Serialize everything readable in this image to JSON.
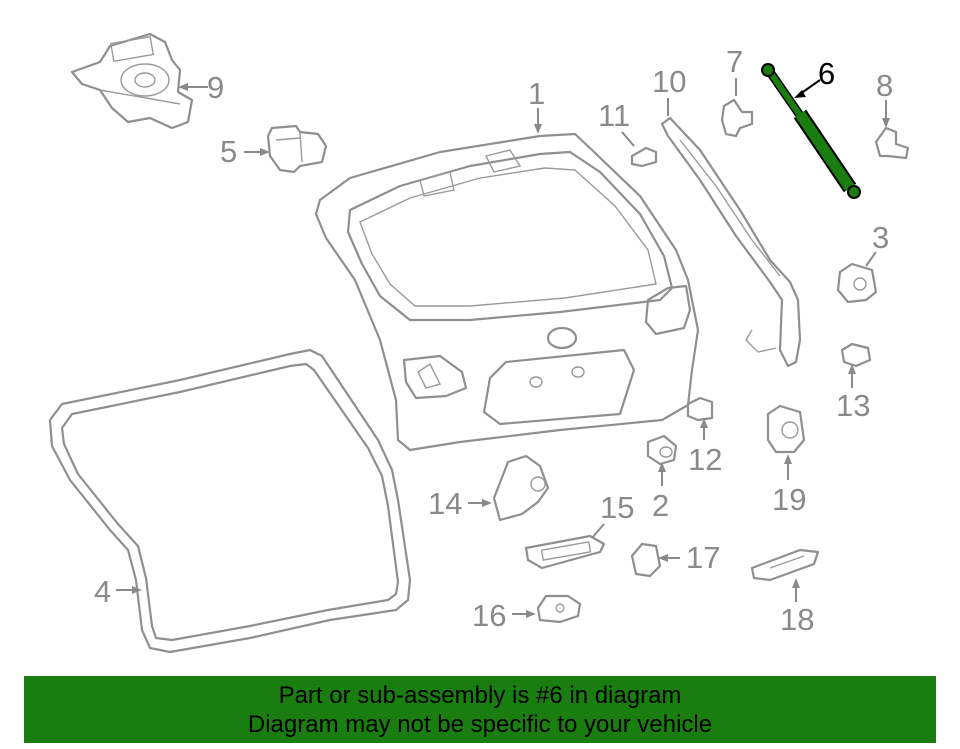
{
  "diagram": {
    "highlight_color": "#1a7d10",
    "callouts": {
      "c1": "1",
      "c2": "2",
      "c3": "3",
      "c4": "4",
      "c5": "5",
      "c6": "6",
      "c7": "7",
      "c8": "8",
      "c9": "9",
      "c10": "10",
      "c11": "11",
      "c12": "12",
      "c13": "13",
      "c14": "14",
      "c15": "15",
      "c16": "16",
      "c17": "17",
      "c18": "18",
      "c19": "19"
    }
  },
  "banner": {
    "line1": "Part or sub-assembly is #6 in diagram",
    "line2": "Diagram may not be specific to your vehicle",
    "background": "#1a7d10"
  }
}
